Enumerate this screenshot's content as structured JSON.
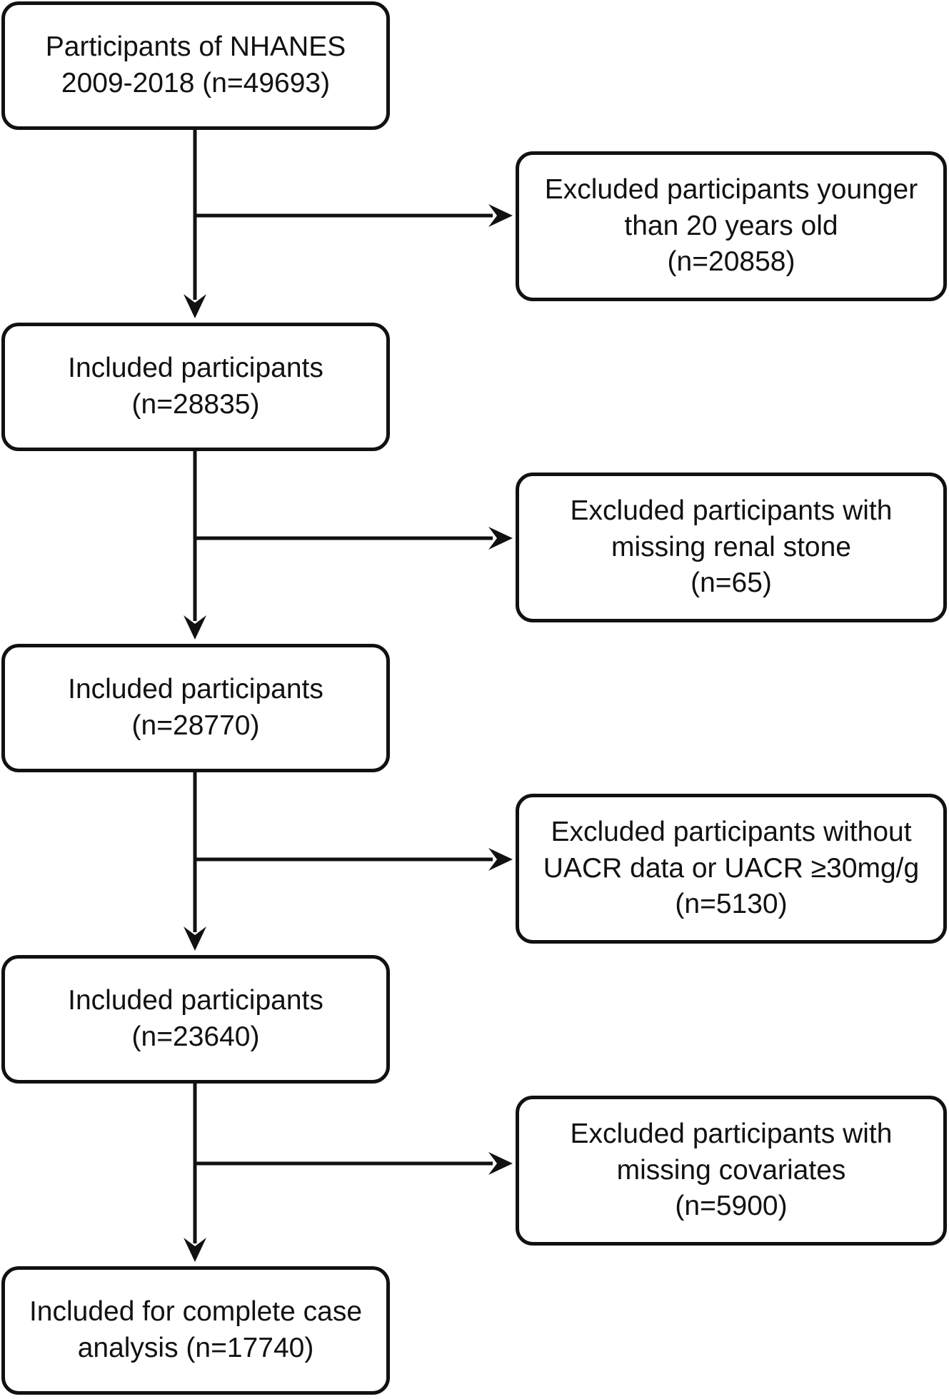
{
  "flowchart": {
    "start": {
      "line1": "Participants of NHANES",
      "line2": "2009-2018 (n=49693)"
    },
    "included_1": {
      "line1": "Included participants",
      "line2": "(n=28835)"
    },
    "included_2": {
      "line1": "Included participants",
      "line2": "(n=28770)"
    },
    "included_3": {
      "line1": "Included participants",
      "line2": "(n=23640)"
    },
    "final": {
      "line1": "Included for complete case",
      "line2": "analysis (n=17740)"
    },
    "excluded_1": {
      "line1": "Excluded participants younger",
      "line2": "than 20 years old",
      "line3": "(n=20858)"
    },
    "excluded_2": {
      "line1": "Excluded participants with",
      "line2": "missing renal stone",
      "line3": "(n=65)"
    },
    "excluded_3": {
      "line1": "Excluded participants without",
      "line2": "UACR data or UACR ≥30mg/g",
      "line3": "(n=5130)"
    },
    "excluded_4": {
      "line1": "Excluded participants with",
      "line2": "missing covariates",
      "line3": "(n=5900)"
    }
  },
  "colors": {
    "stroke": "#111111",
    "background": "#ffffff"
  }
}
